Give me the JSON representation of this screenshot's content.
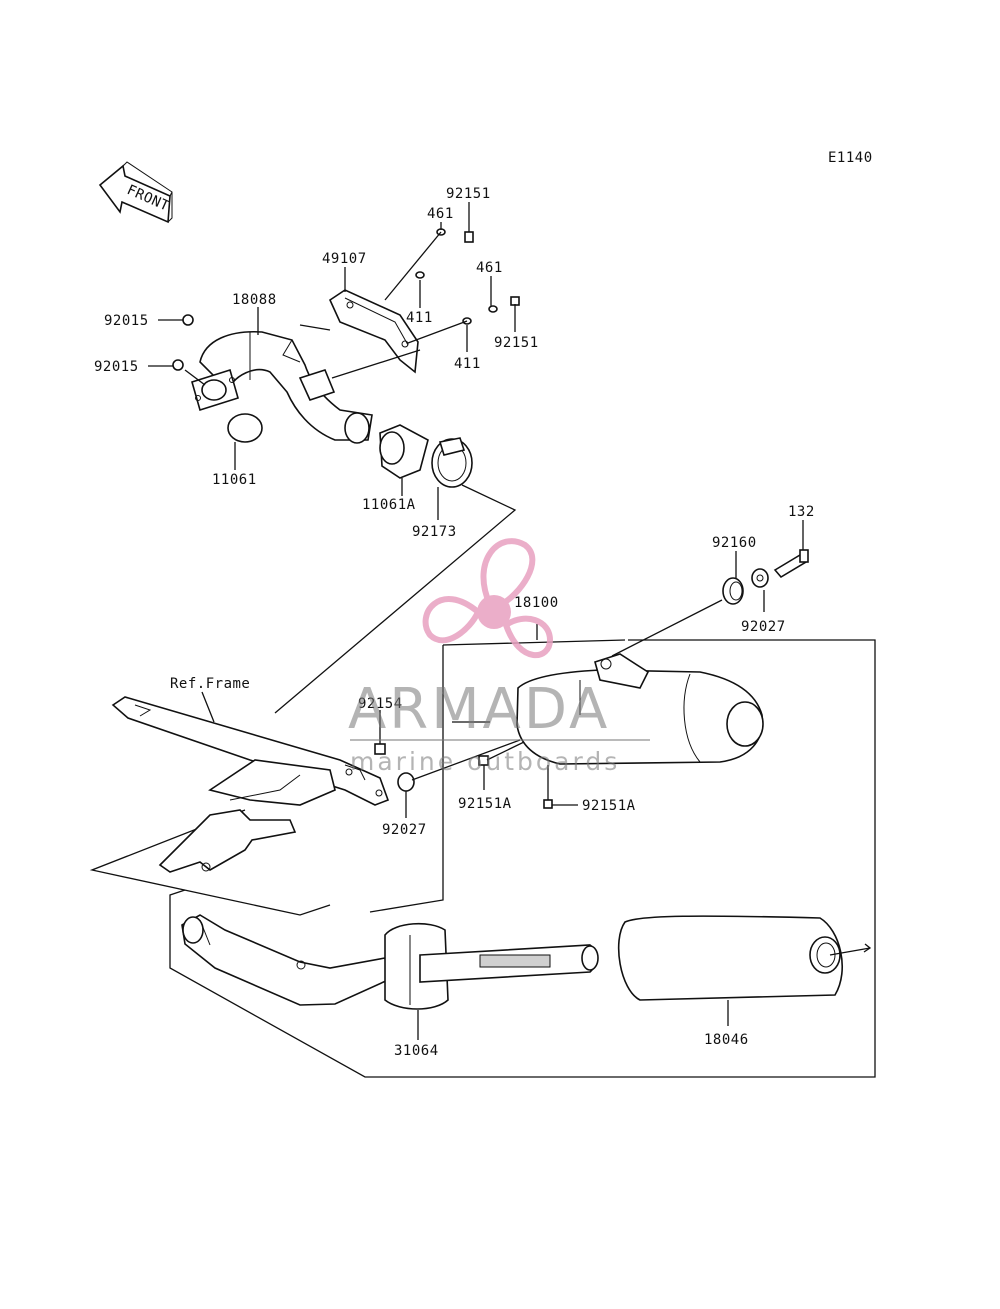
{
  "diagram_code": "E1140",
  "front_label": "FRONT",
  "ref_frame_label": "Ref.Frame",
  "parts": {
    "p92151_top": "92151",
    "p461_top": "461",
    "p49107": "49107",
    "p461_right": "461",
    "p411_top": "411",
    "p411_bottom": "411",
    "p92151_right": "92151",
    "p18088": "18088",
    "p92015_a": "92015",
    "p92015_b": "92015",
    "p11061": "11061",
    "p11061A": "11061A",
    "p92173": "92173",
    "p132": "132",
    "p92160": "92160",
    "p92027_top": "92027",
    "p18100": "18100",
    "p92154": "92154",
    "p92027_mid": "92027",
    "p92151A_left": "92151A",
    "p92151A_right": "92151A",
    "p31064": "31064",
    "p18046": "18046"
  },
  "watermark": {
    "brand": "ARMADA",
    "tagline": "marine outboards",
    "accent_color": "#e8a0c0"
  }
}
